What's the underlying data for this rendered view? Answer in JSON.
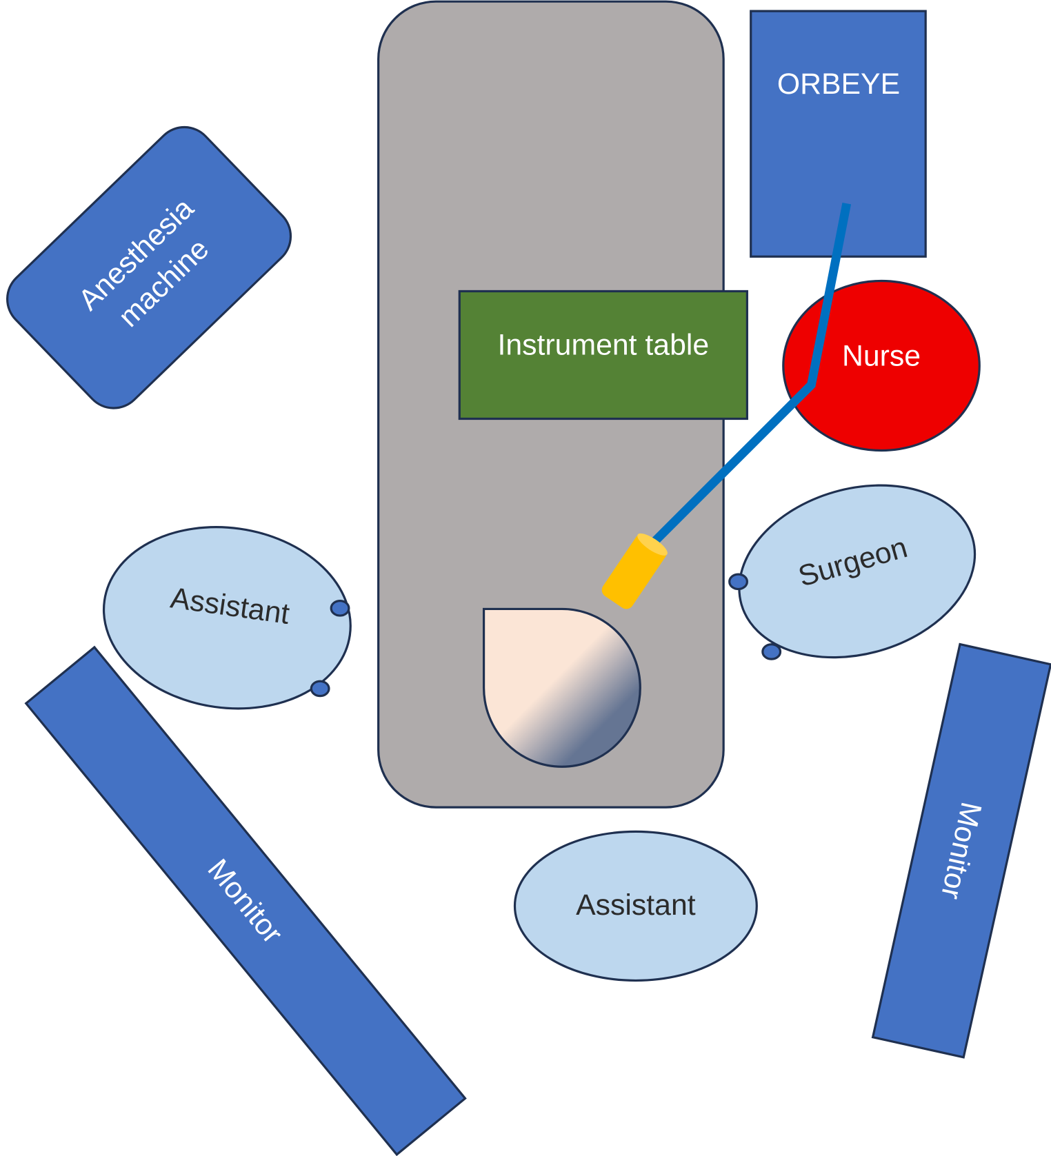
{
  "labels": {
    "orbeye": "ORBEYE",
    "instrument_table": "Instrument table",
    "nurse": "Nurse",
    "anesthesia_line1": "Anesthesia",
    "anesthesia_line2": "machine",
    "assistant_left": "Assistant",
    "surgeon": "Surgeon",
    "assistant_bottom": "Assistant",
    "monitor_left": "Monitor",
    "monitor_right": "Monitor"
  },
  "colors": {
    "equipment": "#4472C4",
    "operating_table": "#AFABAB",
    "instrument_table": "#548235",
    "nurse": "#EE0000",
    "staff": "#BDD7EE",
    "microscope_arm": "#0070C0",
    "camera_head": "#FFC000",
    "outline": "#1F3050"
  }
}
